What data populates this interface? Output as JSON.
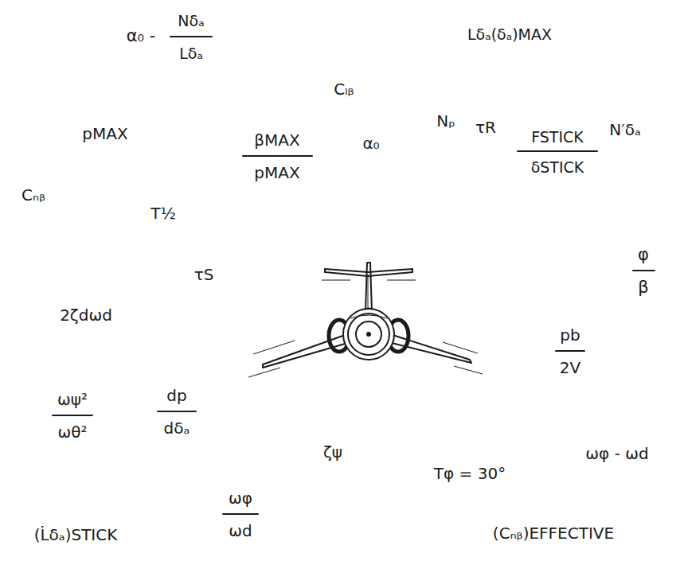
{
  "diagram": {
    "labels": [
      "α₀ -",
      "Nδₐ",
      "Lδₐ",
      "Lδₐ(δₐ)MAX",
      "Cₗᵦ",
      "pMAX",
      "βMAX",
      "pMAX",
      "Nₚ",
      "τR",
      "N′δₐ",
      "α₀",
      "Cₙᵦ",
      "T½",
      "FSTICK",
      "δSTICK",
      "φ",
      "β",
      "τS",
      "2ζdωd",
      "pb",
      "2V",
      "ωψ²",
      "ωθ²",
      "dp",
      "dδₐ",
      "ζψ",
      "ωφ - ωd",
      "Tφ = 30°",
      "ωφ",
      "ωd",
      "(L̇δₐ)STICK",
      "(Cₙᵦ)EFFECTIVE"
    ]
  }
}
